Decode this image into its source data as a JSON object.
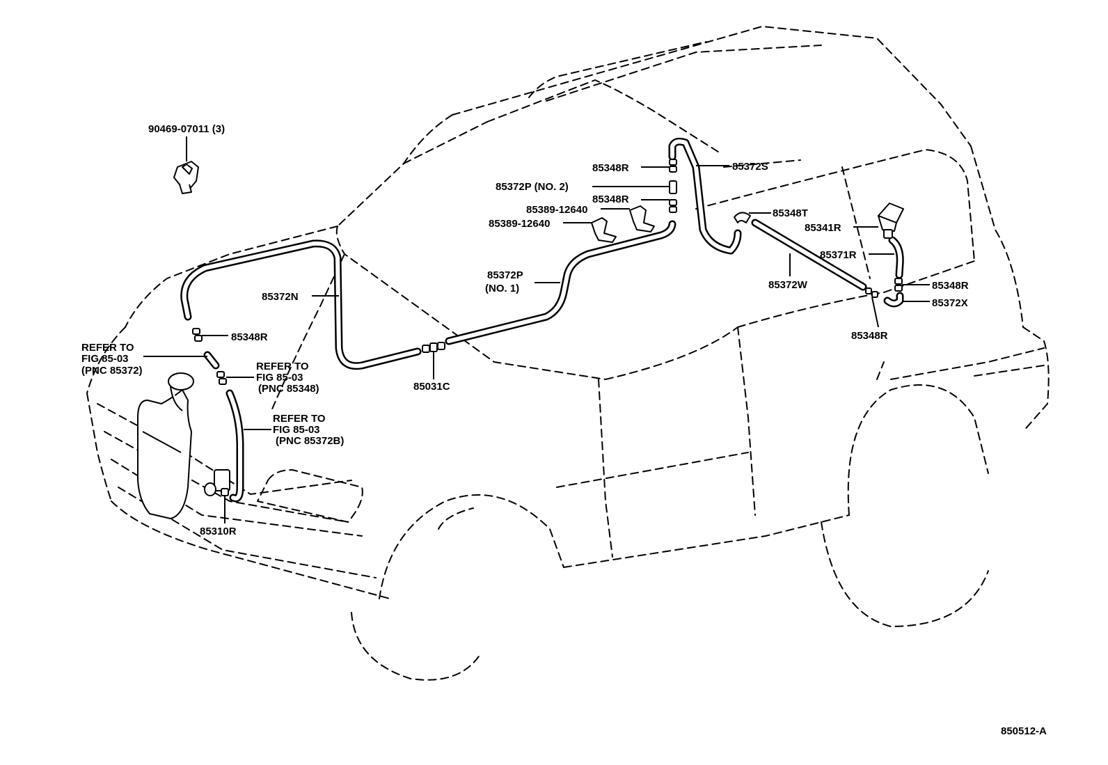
{
  "diagram_id": "850512-A",
  "labels": {
    "clip_90469": "90469-07011 (3)",
    "hose_85372S": "85372S",
    "joint_85348R_top": "85348R",
    "hose_85372P_no2": "85372P (NO. 2)",
    "joint_85348R_mid": "85348R",
    "clamp_85389_a": "85389-12640",
    "clamp_85389_b": "85389-12640",
    "joint_85348T": "85348T",
    "nozzle_85341R": "85341R",
    "hose_85371R": "85371R",
    "hose_85372W": "85372W",
    "joint_85348R_right": "85348R",
    "hose_85372X": "85372X",
    "joint_85348R_lower_right": "85348R",
    "hose_85372P_no1_line1": "85372P",
    "hose_85372P_no1_line2": "(NO. 1)",
    "hose_85372N": "85372N",
    "joint_85348R_left": "85348R",
    "joint_85031C": "85031C",
    "pump_85310R": "85310R",
    "refer_1_line1": "REFER TO",
    "refer_1_line2": "FIG 85-03",
    "refer_1_line3": "(PNC 85372)",
    "refer_2_line1": "REFER TO",
    "refer_2_line2": "FIG 85-03",
    "refer_2_line3": "(PNC 85348)",
    "refer_3_line1": "REFER TO",
    "refer_3_line2": "FIG 85-03",
    "refer_3_line3": "(PNC 85372B)"
  }
}
